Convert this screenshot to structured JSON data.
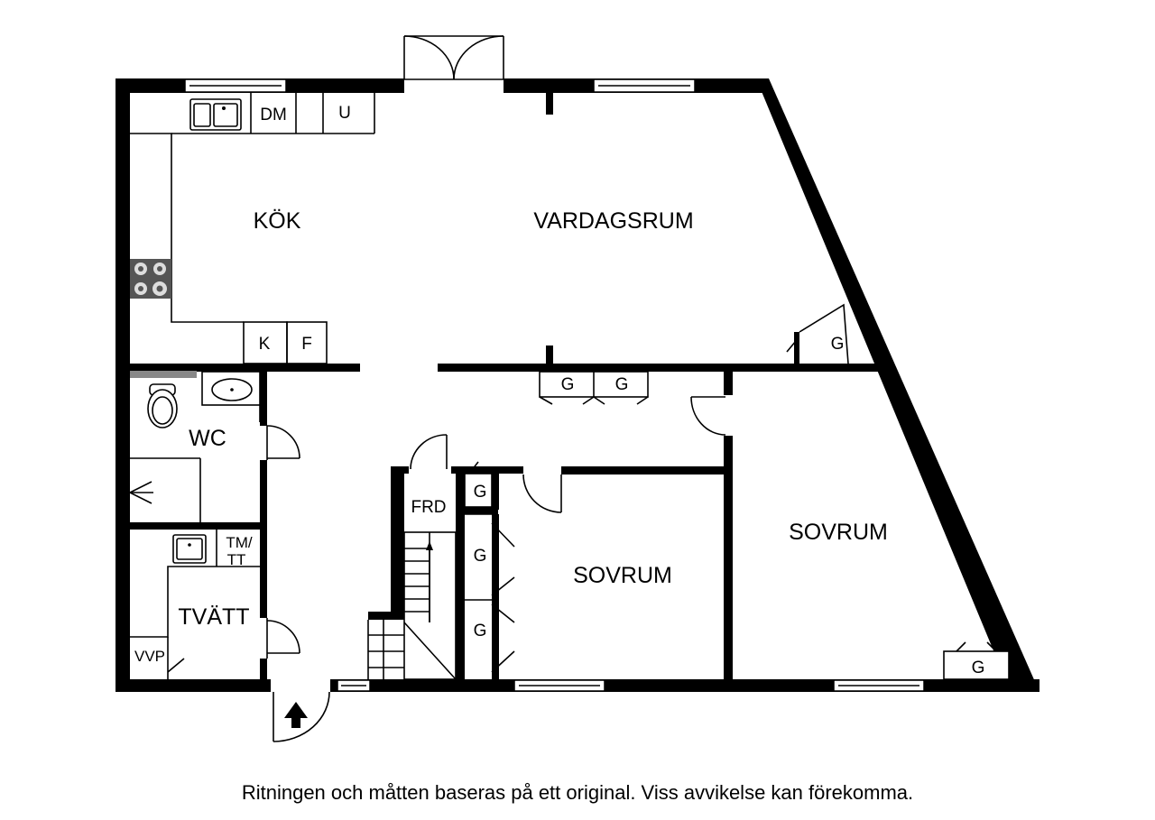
{
  "rooms": {
    "kitchen": "KÖK",
    "living": "VARDAGSRUM",
    "wc": "WC",
    "laundry": "TVÄTT",
    "bedroom_center": "SOVRUM",
    "bedroom_right": "SOVRUM",
    "closet_frd": "FRD"
  },
  "fixtures": {
    "dishwasher": "DM",
    "oven": "U",
    "fridge": "K",
    "freezer": "F",
    "washer_dryer_line1": "TM/",
    "washer_dryer_line2": "TT",
    "heat_pump": "VVP",
    "wardrobe_living": "G",
    "wardrobe_hall_1": "G",
    "wardrobe_hall_2": "G",
    "wardrobe_small": "G",
    "wardrobe_stair_1": "G",
    "wardrobe_stair_2": "G",
    "wardrobe_bedroom": "G"
  },
  "footer": {
    "disclaimer": "Ritningen och måtten baseras på ett original. Viss avvikelse kan förekomma."
  },
  "icons": {
    "entrance": "arrow-up-icon"
  }
}
